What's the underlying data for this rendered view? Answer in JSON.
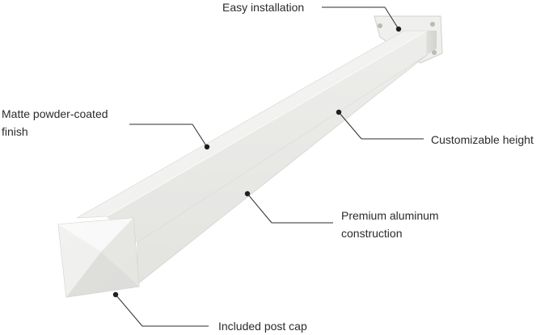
{
  "product": {
    "features": {
      "easy_installation": "Easy installation",
      "matte_finish_line1": "Matte powder-coated",
      "matte_finish_line2": "finish",
      "customizable_height": "Customizable height",
      "premium_line1": "Premium aluminum",
      "premium_line2": "construction",
      "post_cap": "Included post cap"
    }
  },
  "colors": {
    "background": "#ffffff",
    "post_top": "#f4f4f2",
    "post_front": "#e9e9e6",
    "post_side": "#d9d9d5",
    "leader_line": "#2b2b2b",
    "text": "#2b2b2b"
  }
}
